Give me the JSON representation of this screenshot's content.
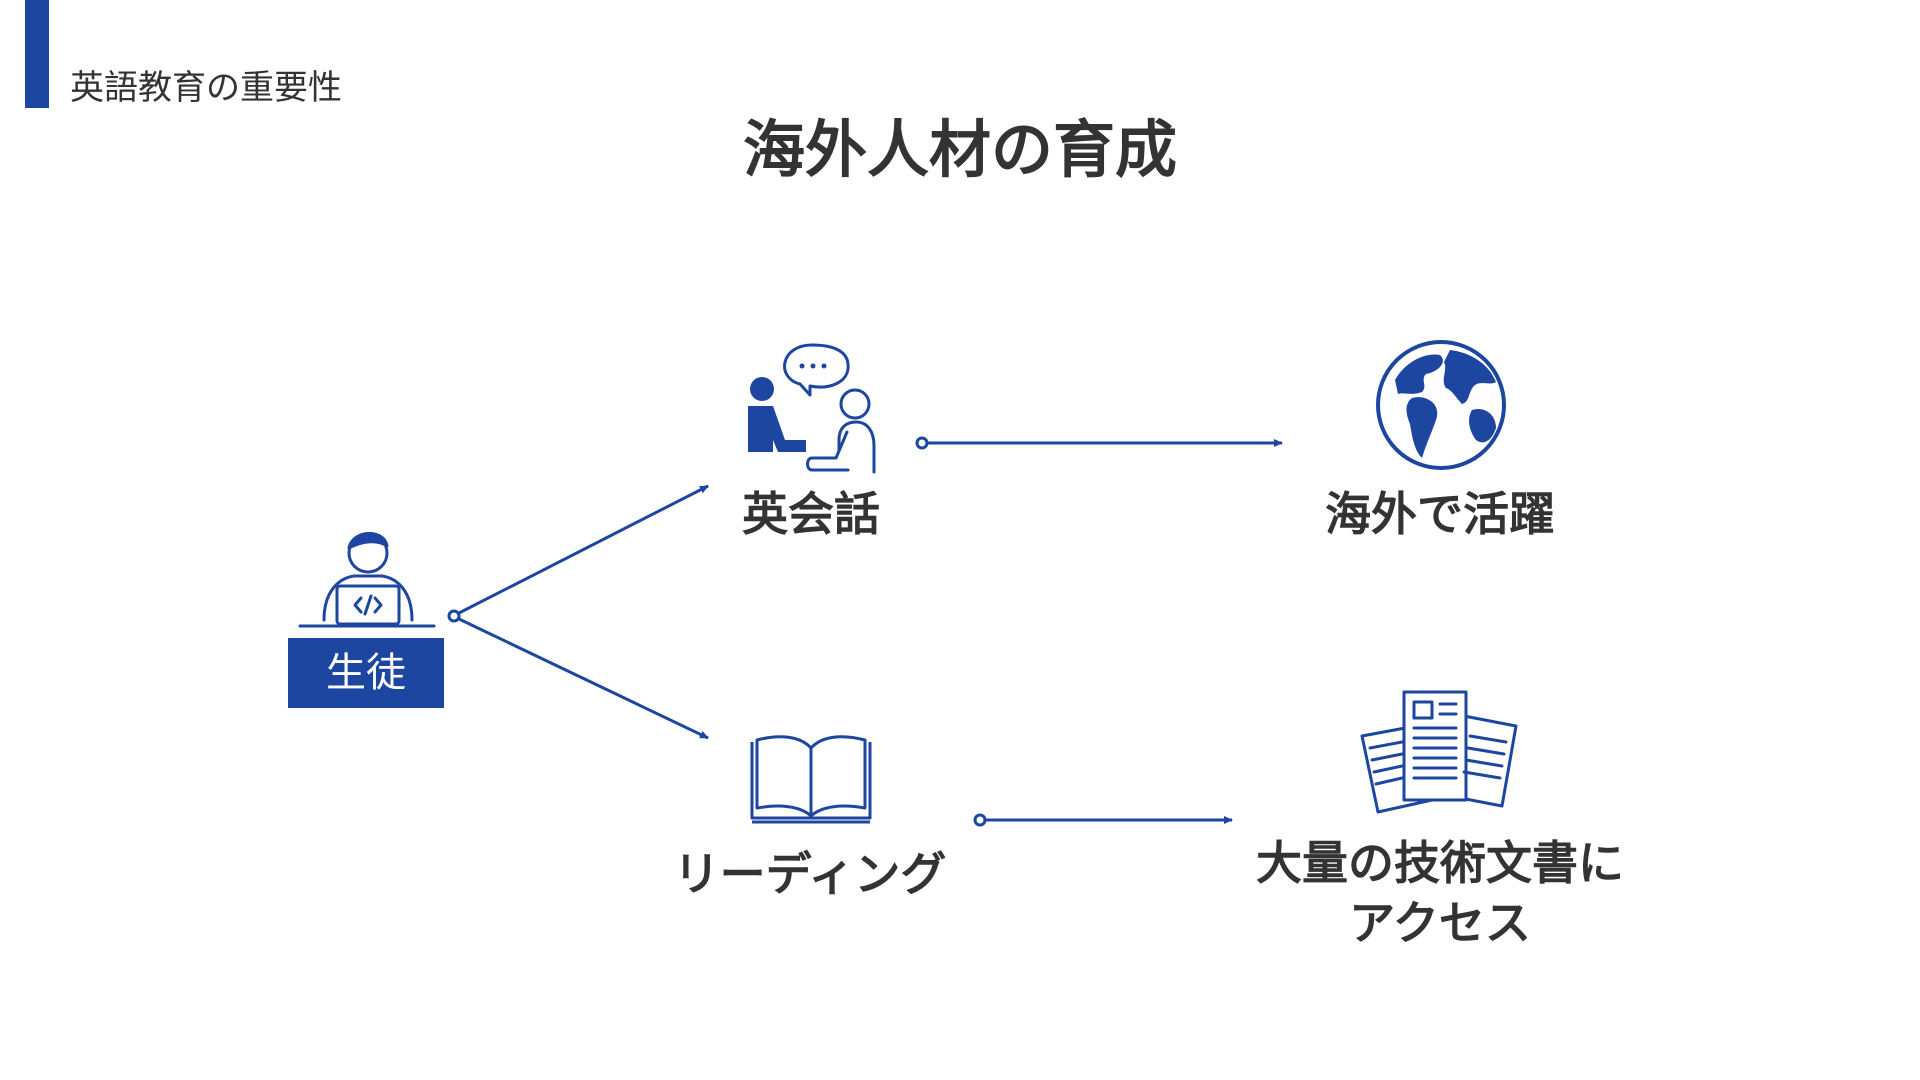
{
  "header": {
    "section_label": "英語教育の重要性",
    "title": "海外人材の育成"
  },
  "colors": {
    "accent": "#1c46a0",
    "text": "#333333",
    "background": "#ffffff"
  },
  "nodes": {
    "student": {
      "label": "生徒",
      "icon": "student-laptop-icon"
    },
    "conversation": {
      "label": "英会話",
      "icon": "conversation-icon"
    },
    "reading": {
      "label": "リーディング",
      "icon": "open-book-icon"
    },
    "global": {
      "label": "海外で活躍",
      "icon": "globe-icon"
    },
    "documents": {
      "label_line1": "大量の技術文書に",
      "label_line2": "アクセス",
      "icon": "documents-icon"
    }
  }
}
